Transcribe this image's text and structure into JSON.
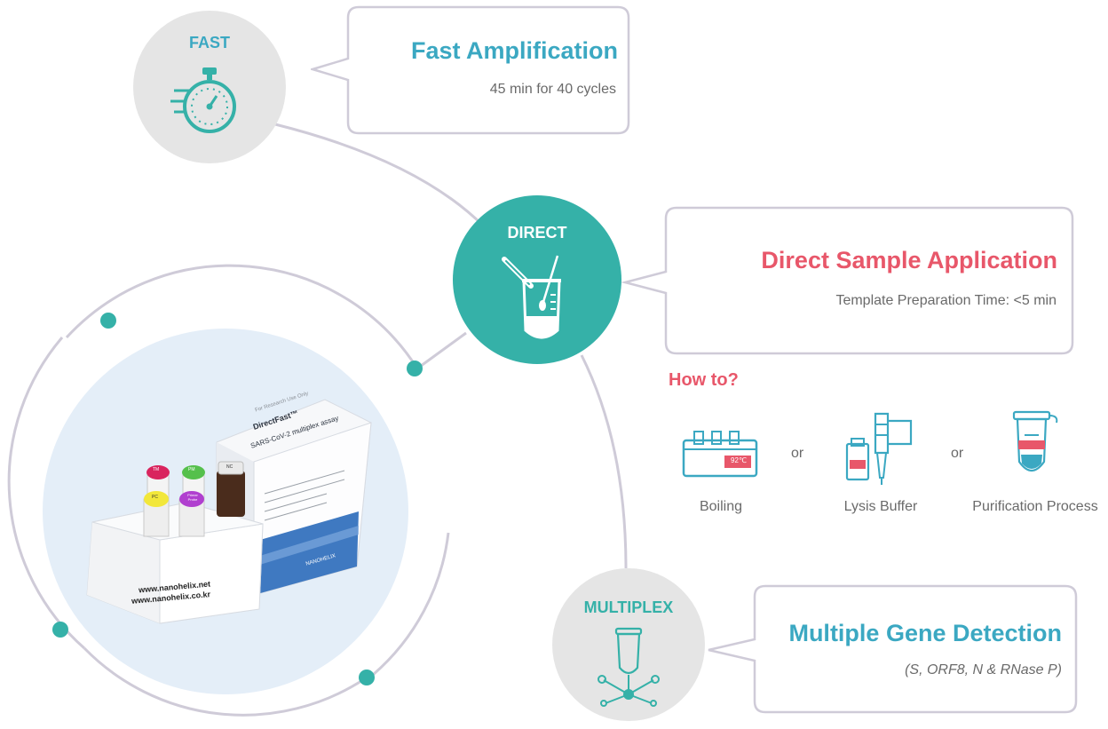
{
  "colors": {
    "teal": "#35b1a8",
    "blue_text": "#3ba8c2",
    "red_text": "#e8576a",
    "gray_circle": "#e5e5e5",
    "connector": "#cfcbd8",
    "photo_bg": "#e4eef8"
  },
  "nodes": {
    "fast": {
      "label": "FAST",
      "icon": "stopwatch-icon"
    },
    "direct": {
      "label": "DIRECT",
      "icon": "swab-tube-icon"
    },
    "multiplex": {
      "label": "MULTIPLEX",
      "icon": "multi-probe-tube-icon"
    }
  },
  "callouts": {
    "fast": {
      "title": "Fast Amplification",
      "subtitle": "45 min for 40 cycles"
    },
    "direct": {
      "title": "Direct Sample Application",
      "subtitle": "Template Preparation Time: <5 min"
    },
    "multiplex": {
      "title": "Multiple Gene Detection",
      "subtitle": "(S, ORF8, N & RNase P)"
    }
  },
  "how_to": {
    "heading": "How to?",
    "separator": "or",
    "methods": [
      {
        "label": "Boiling",
        "icon": "heat-block-icon",
        "display_temp": "92℃"
      },
      {
        "label": "Lysis Buffer",
        "icon": "pipette-buffer-icon"
      },
      {
        "label": "Purification Process",
        "icon": "purification-tube-icon"
      }
    ]
  },
  "product": {
    "box_header": "For Research Use Only",
    "box_title": "DirectFast™",
    "box_subtitle": "SARS-CoV-2 multiplex assay",
    "brand": "NANOHELIX",
    "url1": "www.nanohelix.net",
    "url2": "www.nanohelix.co.kr",
    "vial_labels": [
      "TM",
      "PM",
      "PC",
      "Primer Probe",
      "NC"
    ]
  }
}
